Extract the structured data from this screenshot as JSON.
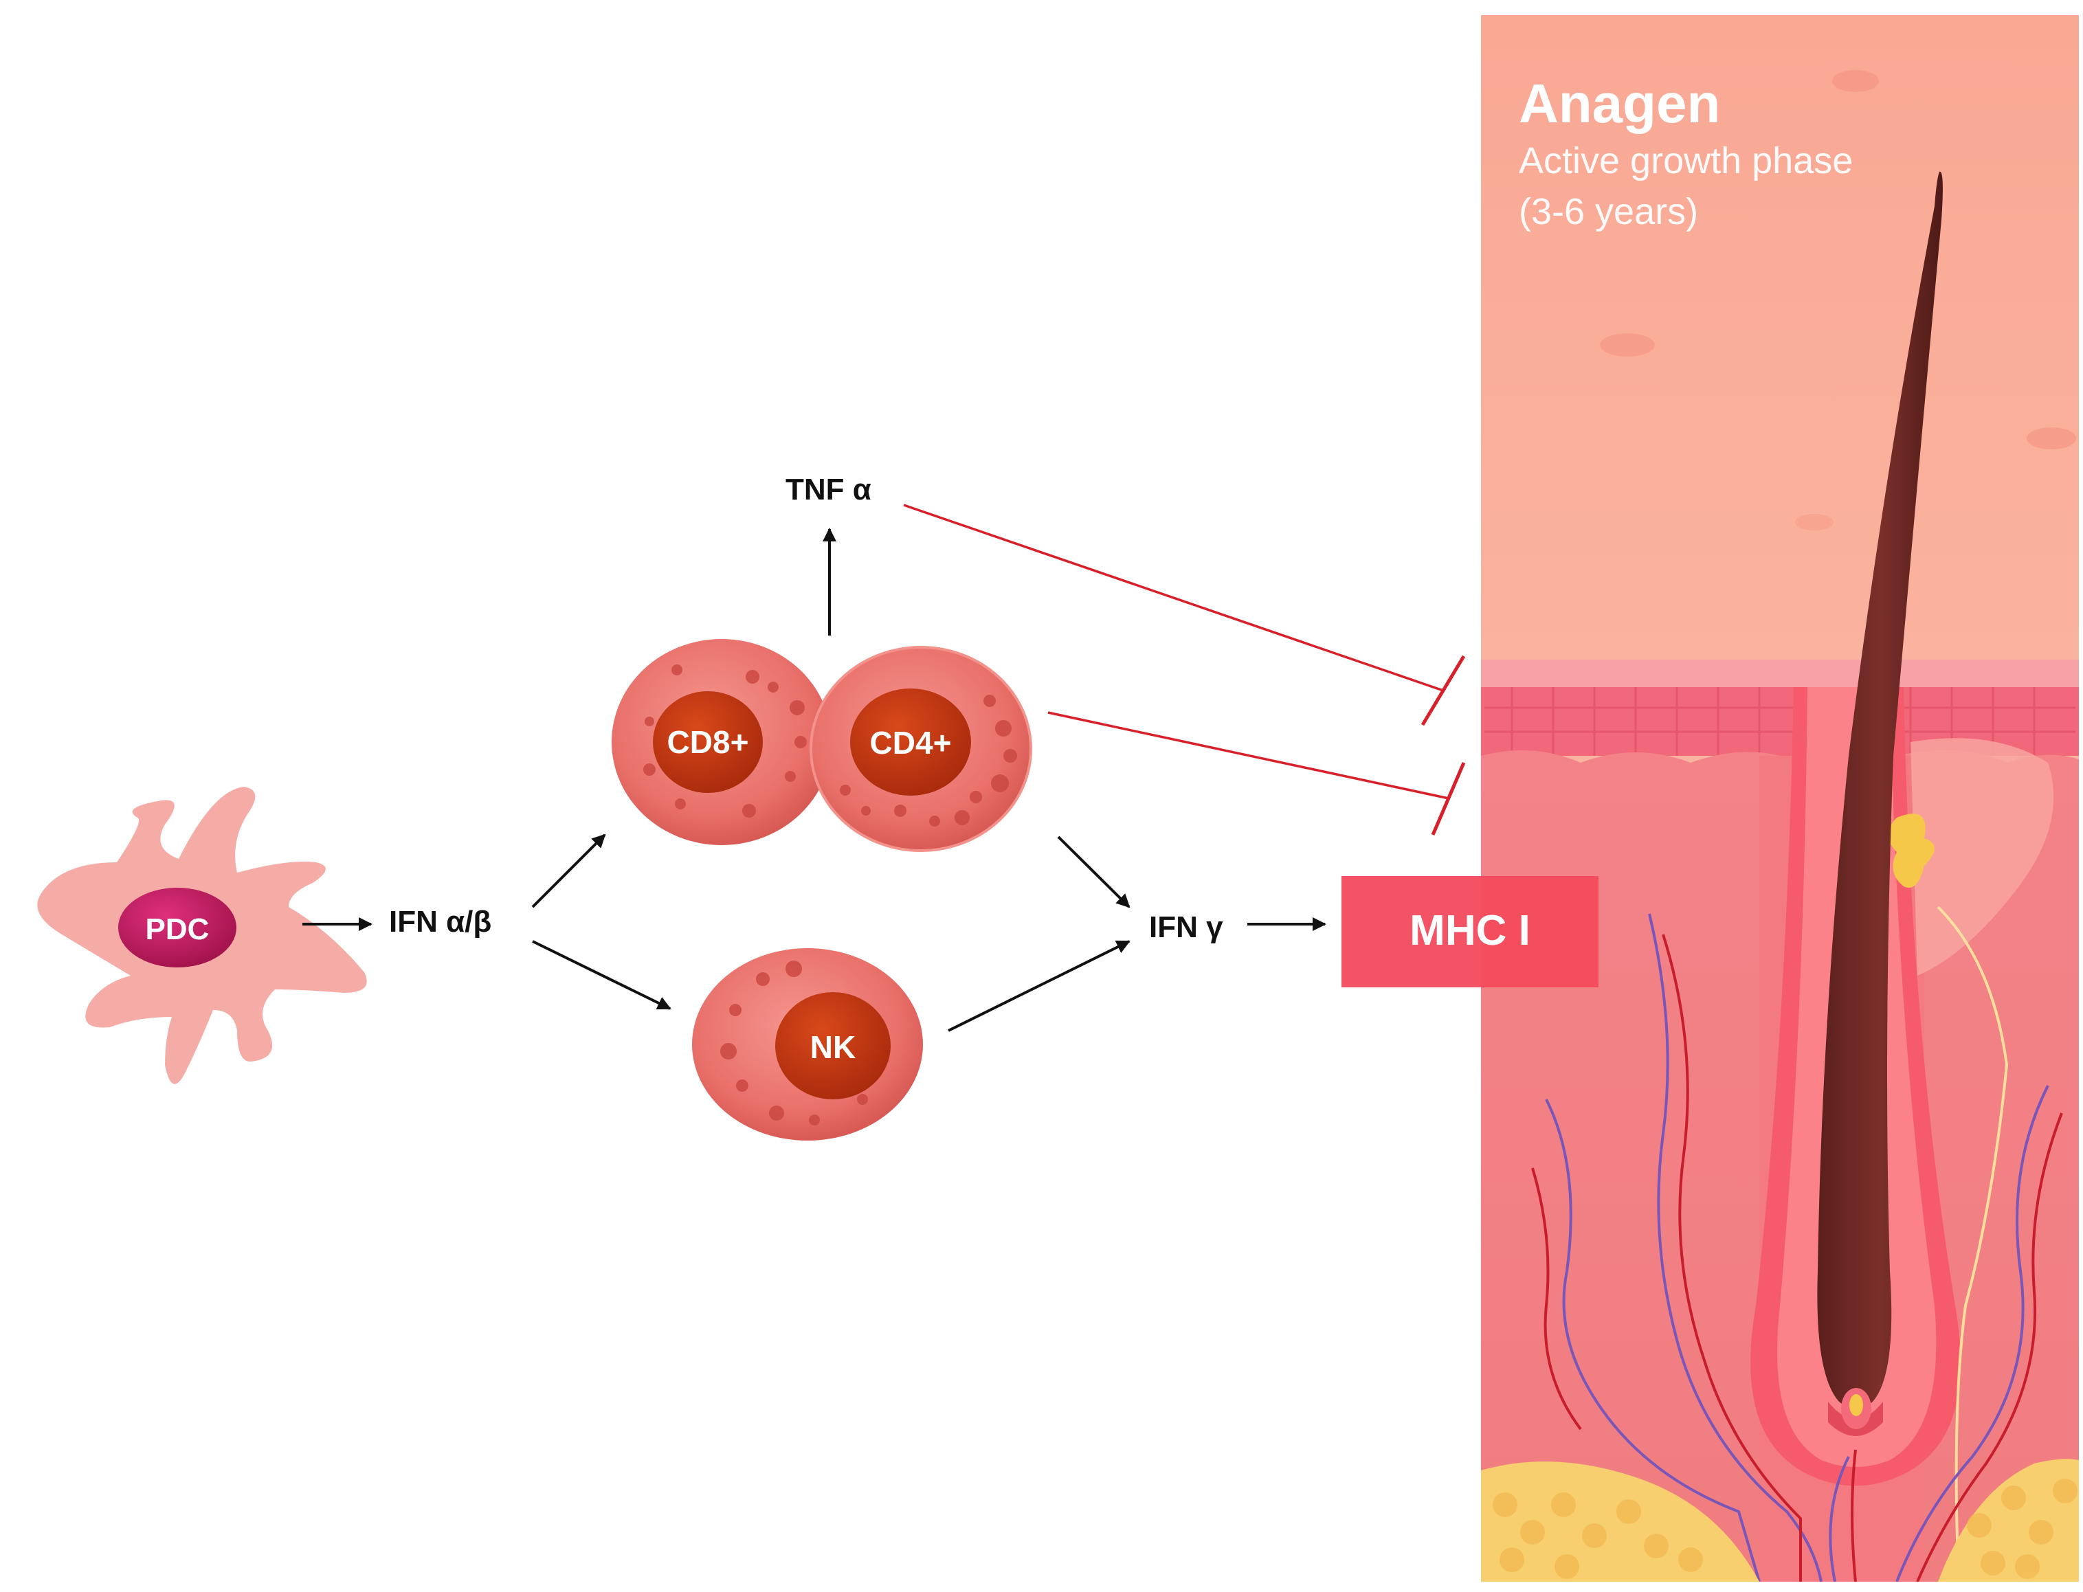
{
  "labels": {
    "pdc": "PDC",
    "ifn_ab": "IFN α/β",
    "tnf": "TNF α",
    "cd8": "CD8+",
    "cd4": "CD4+",
    "nk": "NK",
    "ifn_g": "IFN γ",
    "mhc": "MHC I"
  },
  "phase": {
    "title": "Anagen",
    "subtitle_line1": "Active growth phase",
    "subtitle_line2": "(3-6 years)"
  },
  "colors": {
    "arrow": "#111111",
    "inhibition": "#d8202a",
    "cell_body": "#e9706a",
    "cell_nucleus": "#c8340f",
    "pdc_cell": "#f4a8a4",
    "pdc_nucleus": "#c2185b",
    "mhc_box": "#f24a5c",
    "skin_upper": "#f8b7a0",
    "dermis": "#f07f84",
    "hair_shaft": "#6e2a25",
    "fat": "#f7cf6e"
  },
  "icons": [
    "pdc-cell-icon",
    "t-cell-icon",
    "nk-cell-icon",
    "hair-follicle-illustration"
  ]
}
